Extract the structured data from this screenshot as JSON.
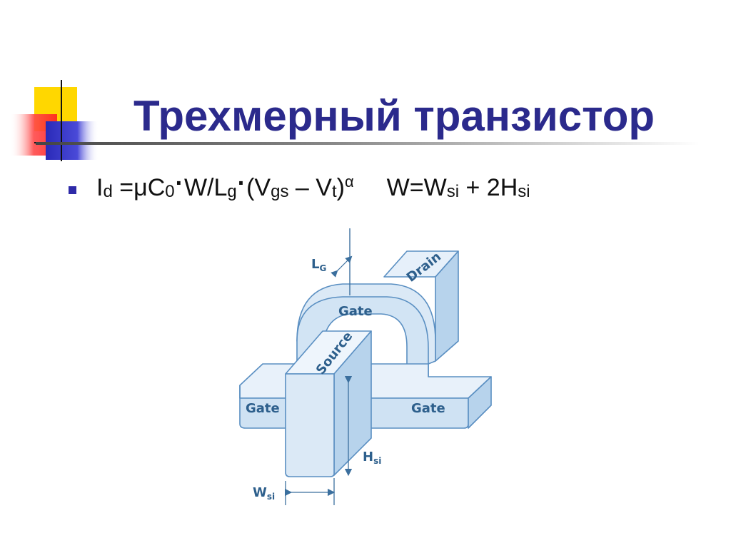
{
  "slide": {
    "title": "Трехмерный транзистор"
  },
  "formula": {
    "id_main": "I",
    "id_sub": "d",
    "eq_mu": "=μC",
    "c_sub": "0",
    "dot": "·",
    "w_over_l": "W/L",
    "l_sub": "g",
    "open_vgs": "(V",
    "gs_sub": "gs",
    "minus_vt": " – V",
    "t_sub": "t",
    "close_paren": ")",
    "alpha_sup": "α",
    "w_eq": "W=W",
    "wsi_sub": "si",
    "plus_2h": " + 2H",
    "hsi_sub": "si"
  },
  "diagram": {
    "drain_label": "Drain",
    "source_label": "Source",
    "gate_top_label": "Gate",
    "gate_left_label": "Gate",
    "gate_right_label": "Gate",
    "lg_main": "L",
    "lg_sub": "G",
    "hsi_main": "H",
    "hsi_sub": "si",
    "wsi_main": "W",
    "wsi_sub": "si"
  },
  "colors": {
    "title": "#2b2a8c",
    "bullet": "#2e2aa8",
    "deco_yellow": "#ffd700",
    "deco_red": "#ff3b3b",
    "deco_blue": "#3333cc",
    "diagram_fill_light": "#dbe9f6",
    "diagram_fill_mid": "#b7d3ec",
    "diagram_stroke": "#5a8fc2",
    "diagram_text": "#2d5f8c"
  }
}
